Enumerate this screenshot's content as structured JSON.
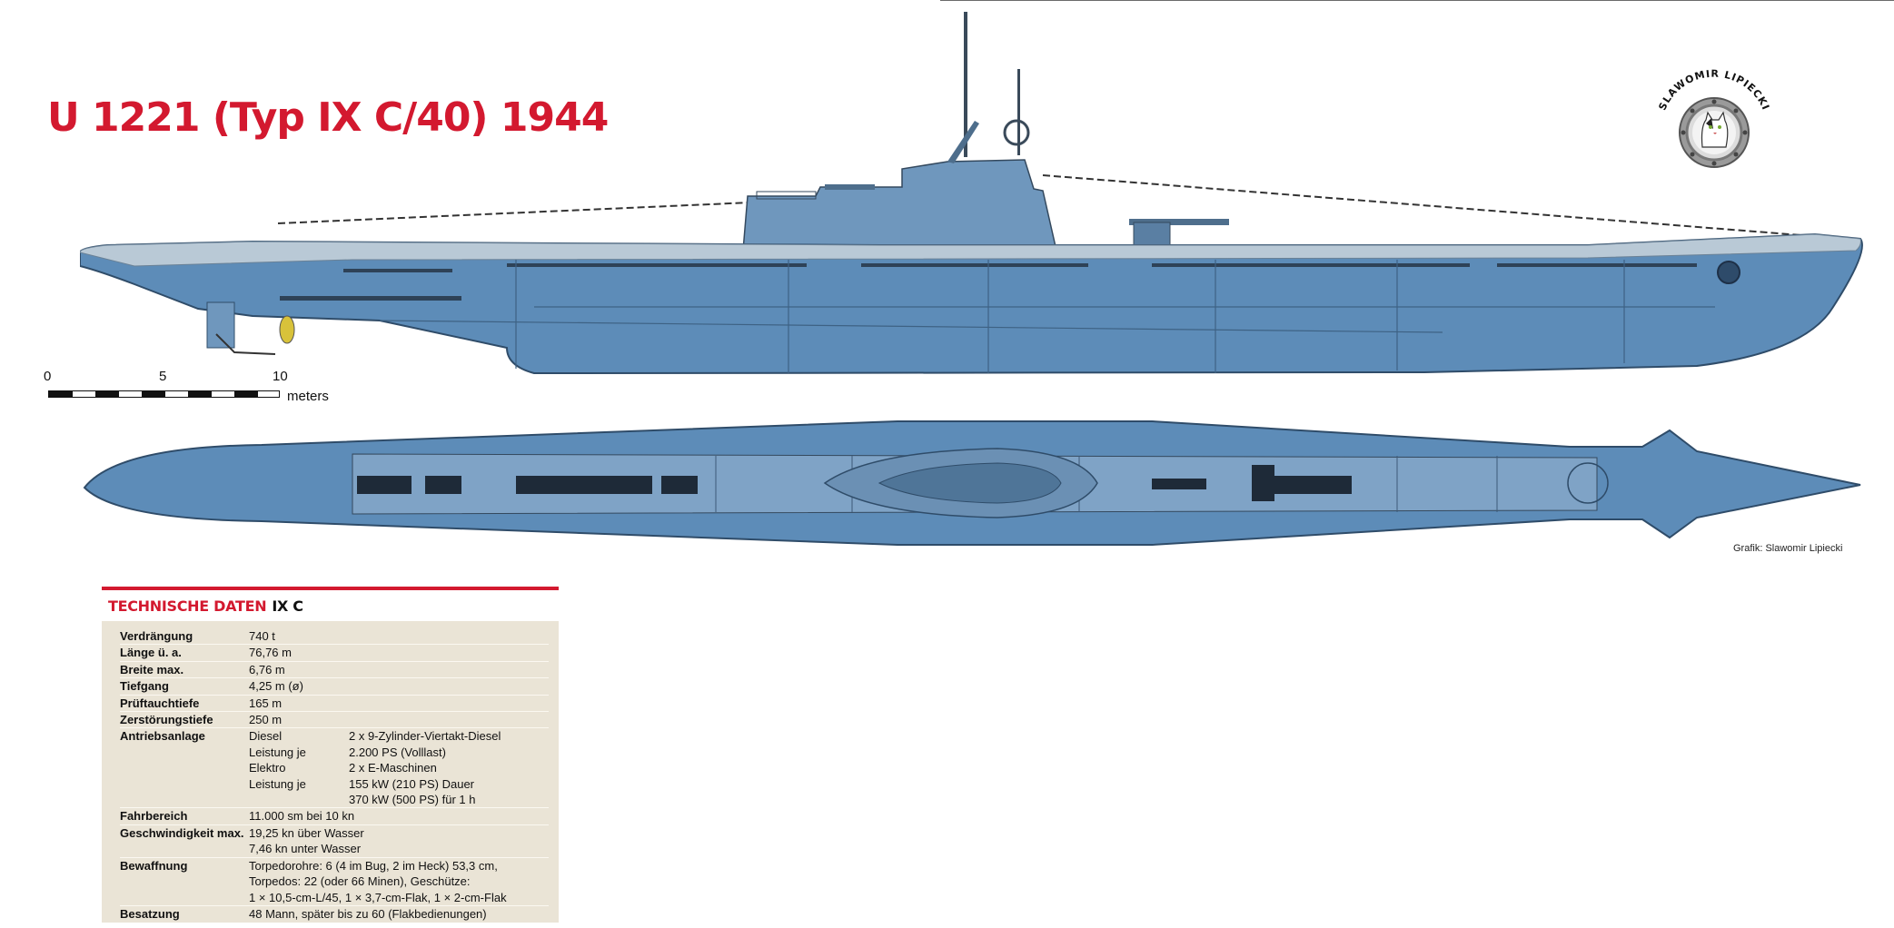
{
  "title": "U 1221 (Typ IX C/40) 1944",
  "artist_badge": {
    "name": "SLAWOMIR LIPIECKI",
    "icon": "porthole-cat-icon"
  },
  "credit": "Grafik: Slawomir Lipiecki",
  "scale": {
    "ticks": [
      "0",
      "5",
      "10"
    ],
    "unit": "meters"
  },
  "drawings": {
    "side_view": "submarine-side-profile",
    "top_view": "submarine-deck-plan",
    "hull_color": "#5d8cb8",
    "deck_color": "#b9c9d6"
  },
  "colors": {
    "accent": "#d3192f",
    "panel": "#eae4d6"
  },
  "tech": {
    "heading_red": "TECHNISCHE DATEN",
    "heading_black": "IX C",
    "rows": [
      {
        "label": "Verdrängung",
        "value": "740 t"
      },
      {
        "label": "Länge ü. a.",
        "value": "76,76 m"
      },
      {
        "label": "Breite max.",
        "value": "6,76 m"
      },
      {
        "label": "Tiefgang",
        "value": "4,25 m (ø)"
      },
      {
        "label": "Prüftauchtiefe",
        "value": "165 m"
      },
      {
        "label": "Zerstörungstiefe",
        "value": "250 m"
      }
    ],
    "propulsion": {
      "label": "Antriebsanlage",
      "lines": [
        {
          "key": "Diesel",
          "value": "2 x 9-Zylinder-Viertakt-Diesel"
        },
        {
          "key": "Leistung je",
          "value": "2.200 PS (Volllast)"
        },
        {
          "key": "Elektro",
          "value": "2 x E-Maschinen"
        },
        {
          "key": "Leistung je",
          "value": "155 kW (210 PS) Dauer"
        },
        {
          "key": "",
          "value": "370 kW (500 PS) für 1 h"
        }
      ]
    },
    "range": {
      "label": "Fahrbereich",
      "value": "11.000 sm bei 10 kn"
    },
    "speed": {
      "label": "Geschwindigkeit max.",
      "lines": [
        "19,25 kn über Wasser",
        "7,46 kn unter Wasser"
      ]
    },
    "armament": {
      "label": "Bewaffnung",
      "lines": [
        "Torpedorohre: 6 (4 im Bug, 2 im Heck) 53,3 cm,",
        "Torpedos: 22 (oder 66 Minen), Geschütze:",
        "1 × 10,5-cm-L/45, 1 × 3,7-cm-Flak, 1 × 2-cm-Flak"
      ]
    },
    "crew": {
      "label": "Besatzung",
      "value": "48 Mann, später bis zu 60 (Flakbedienungen)"
    }
  }
}
